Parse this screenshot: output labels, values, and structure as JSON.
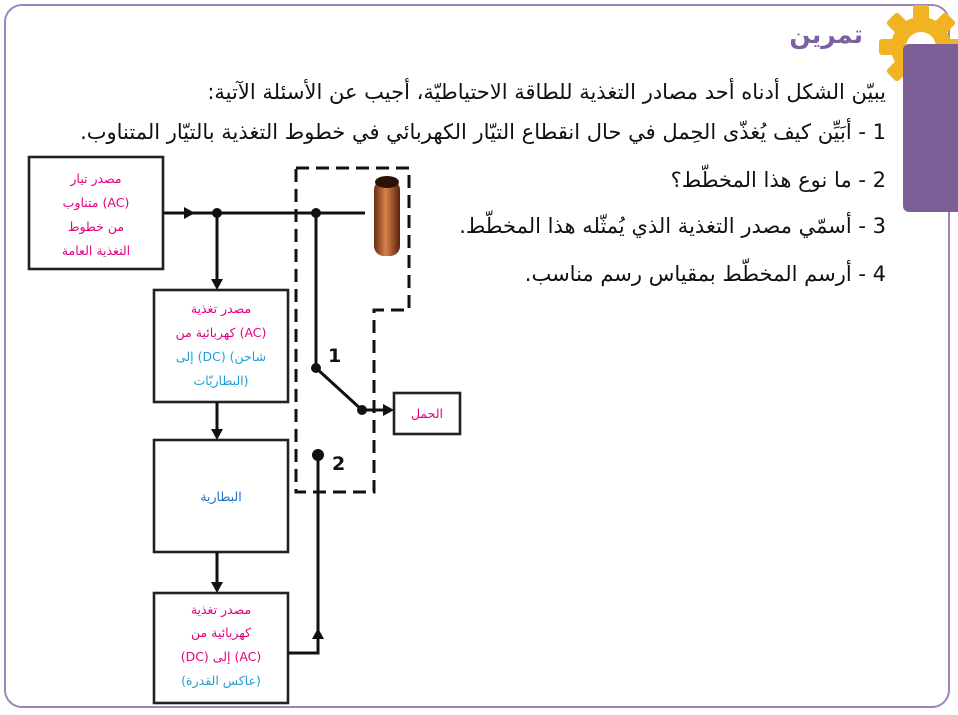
{
  "exercise_title": "تمرين",
  "intro": "يبيّن الشكل أدناه أحد مصادر التغذية للطاقة الاحتياطيّة، أجيب عن الأسئلة الآتية:",
  "questions": [
    "1 - أبَيِّن كيف يُغذّى الحِمل في حال انقطاع التيّار الكهربائي في خطوط التغذية بالتيّار المتناوب.",
    "2 - ما نوع هذا المخطّط؟",
    "3 - أسمّي مصدر التغذية الذي يُمثّله هذا المخطّط.",
    "4 - أرسم المخطّط بمقياس رسم مناسب."
  ],
  "diagram": {
    "ac_source": [
      "مصدر تيار",
      "متناوب (AC)",
      "من خطوط",
      "التغذية العامة"
    ],
    "charger": [
      "مصدر تغذية",
      "كهربائية من (AC)",
      "إلى (DC) (شاحن",
      "البطاريّات)"
    ],
    "battery": "البطارية",
    "inverter": [
      "مصدر تغذية",
      "كهربائية من",
      "(DC) إلى (AC)",
      "(عاكس القدرة)"
    ],
    "load": "الحمل",
    "switch_1": "1",
    "switch_2": "2"
  },
  "colors": {
    "accent": "#7c5fa0",
    "label_magenta": "#e6007e",
    "label_cyan": "#1fa0d8"
  }
}
